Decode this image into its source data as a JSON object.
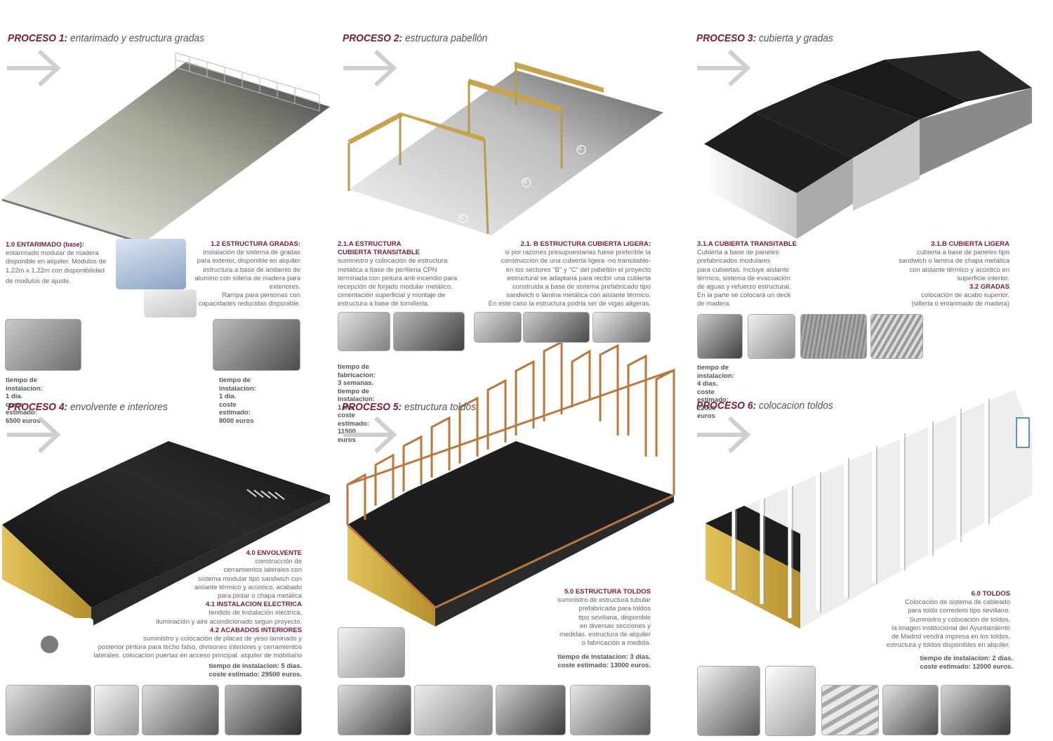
{
  "colors": {
    "accent": "#7a1f2b",
    "text": "#666666",
    "wood": "#b9773c",
    "yellow": "#d7b54a",
    "dark": "#1d1d1d"
  },
  "icons": [
    "arrow-right-icon"
  ],
  "p1": {
    "num": "PROCESO 1:",
    "sub": "entarimado y estructura gradas",
    "a_head": "1.0 ENTARIMADO",
    "a_head_small": "(base):",
    "a_l1": "entarimado modular de madera",
    "a_l2": "disponible en alquiler. Módulos de",
    "a_l3": "1.22m x 1.22m con disponibilidad",
    "a_l4": "de modulos de ajuste.",
    "b_head": "1.2 ESTRUCTURA GRADAS:",
    "b_l1": "instalación de sistema de gradas",
    "b_l2": "para exterior, disponible en alquiler",
    "b_l3": "estructura a base de andamio de",
    "b_l4": "alumino con silleria de madera para",
    "b_l5": "exteriores.",
    "b_l6": "Rampa para personas con",
    "b_l7": "capacidades reducidas disponible.",
    "t1a": "tiempo de instalacion: 1 dia.",
    "t1b": "coste estimado: 6500 euros",
    "t2a": "tiempo de instalacion: 1 dia.",
    "t2b": "coste estimado: 8000 euros"
  },
  "p2": {
    "num": "PROCESO 2:",
    "sub": "estructura pabellón",
    "a_head1": "2.1.A ESTRUCTURA",
    "a_head2": "CUBIERTA TRANSITABLE",
    "a_l1": "suministro y colocación de estructura",
    "a_l2": "metálica a base de perfileria CPN",
    "a_l3": "terminada con pintura anti-incendio para",
    "a_l4": "recepción de forjado modular metálico.",
    "a_l5": "cimentación superficial y montaje de",
    "a_l6": "estructura a base de tornilleria.",
    "b_head": "2.1. B ESTRUCTURA CUBIERTA LIGERA:",
    "b_l1": "si por razones presupuestarias fuese preferible la",
    "b_l2": "construcción de una cubierta ligera -no transitable-",
    "b_l3": "en los sectores \"B\" y \"C\" del pabellón el proyecto",
    "b_l4": "estructural se adaptaria para recibir una cubierta",
    "b_l5": "sandwich o lámina metálica con aislante térmico.",
    "b_l6": "construida a base de sistema prefabricado tipo",
    "b_l7": "En este caso la estructura podria ser  de  vigas aligeras.",
    "t1": "tiempo de fabricacion: 3 semanas.",
    "t2": "tiempo de instalacion: 1 dia.",
    "t3": "coste estimado: 11500 euros",
    "label_a": "A",
    "label_b": "B",
    "label_c": "C"
  },
  "p3": {
    "num": "PROCESO 3:",
    "sub": "cubierta y gradas",
    "a_head": "3.1.A CUBIERTA TRANSITABLE",
    "a_l1": "Cubierta a base de paneles",
    "a_l2": "prefabricados modulares",
    "a_l3": "para cubiertas. Incluye aislante",
    "a_l4": "térmico, sistema de evacuación",
    "a_l5": "de aguas y refuerzo estructural.",
    "a_l6": "En la parte se colocará un deck",
    "a_l7": "de madera.",
    "b_head": "3.1.B CUBIERTA LIGERA",
    "b_l1": "cubierta a base de paneles tipo",
    "b_l2": "sandwich o lamina de chapa metálica",
    "b_l3": "con aislante térmico y acústico en",
    "b_l4": "superficie interior.",
    "c_head": "3.2 GRADAS",
    "c_l1": "colocación de acabo superior.",
    "c_l2": "(silleria o entarimado de madera)",
    "t1": "tiempo de instalacion: 4 dias.",
    "t2": "coste estimado: 22000 euros"
  },
  "p4": {
    "num": "PROCESO 4:",
    "sub": "envolvente e interiores",
    "a_head": "4.0 ENVOLVENTE",
    "a_l1": "construcción de",
    "a_l2": "cerramientos laterales con",
    "a_l3": "sistema modular tipo sandwich con",
    "a_l4": "aislante térmico y acústico, acabado",
    "a_l5": "para pintar o chapa metálica",
    "b_head": "4.1 INSTALACION ELECTRICA",
    "b_l1": "tendido de instalación eléctrica,",
    "b_l2": "iluminación y aire acondicionado segun proyecto.",
    "c_head": "4.2 ACABADOS INTERIORES",
    "c_l1": "suministro y colocación de placas de yeso laminado  y",
    "c_l2": "posterior pintura para techo falso, divisones interiores y cerramientos",
    "c_l3": "laterales. colocacion puertas en acceso principal. alquiler de mobiliario",
    "t1": "tiempo de instalacion: 5 dias.",
    "t2": "coste estimado: 29500 euros."
  },
  "p5": {
    "num": "PROCESO 5:",
    "sub": "estructura toldos",
    "a_head": "5.0 ESTRUCTURA TOLDOS",
    "a_l1": "suministro de estructura tubular",
    "a_l2": "prefabricada para toldos",
    "a_l3": "tipo sevillana, disponible",
    "a_l4": "en diversas secciones y",
    "a_l5": "medidas. estructura de alquiler",
    "a_l6": "o fabricación a medida.",
    "t1": "tiempo de instalacion: 3 dias.",
    "t2": "coste estimado: 13000 euros."
  },
  "p6": {
    "num": "PROCESO 6:",
    "sub": "colocacion toldos",
    "a_head": "6.0 TOLDOS",
    "a_l1": "Colocación de sistema de cableado",
    "a_l2": "para toldo corredero tipo sevillano.",
    "a_l3": "Suministro y colocación de toldos.",
    "a_l4": "la imagen institucional del Ayuntamiento",
    "a_l5": "de Madrid vendrá impresa en los toldos.",
    "a_l6": "estructura y toldos disponibles en alquiler.",
    "t1": "tiempo de instalacion: 2 dias.",
    "t2": "coste estimado: 12000 euros."
  }
}
